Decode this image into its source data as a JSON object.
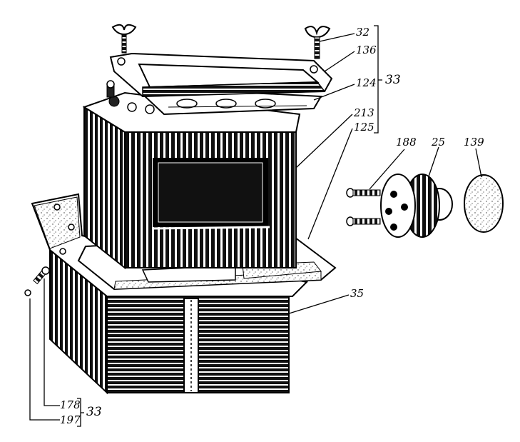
{
  "figure": {
    "subject": "battery-box-exploded-view",
    "ink_color": "#000000",
    "paper_color": "#ffffff"
  },
  "callouts": {
    "wing_bolt": "32",
    "clamp_frame": "136",
    "cover_plate": "124",
    "battery": "213",
    "pad": "125",
    "box": "35",
    "screw": "188",
    "socket": "25",
    "cap": "139",
    "bolt": "178",
    "washer": "197",
    "group_top": "33",
    "group_bottom": "33"
  }
}
